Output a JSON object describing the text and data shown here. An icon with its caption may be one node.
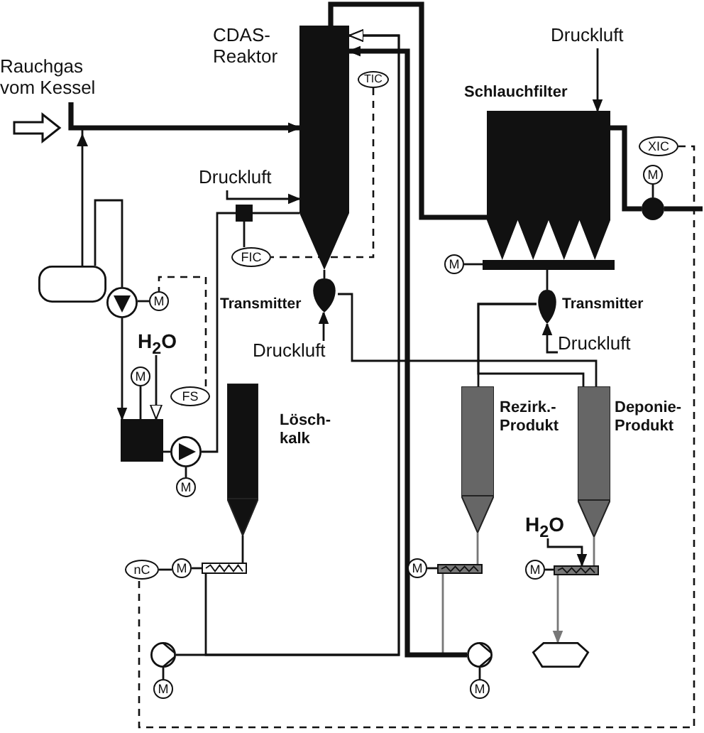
{
  "diagram": {
    "nodes": [
      {
        "text": [
          "Rauchgas vom Kessel"
        ]
      },
      {
        "text": [
          "CDAS- Reaktor"
        ]
      },
      {
        "text": [
          "TIC"
        ]
      },
      {
        "text": [
          "Druckluft"
        ]
      },
      {
        "text": [
          "FIC"
        ]
      },
      {
        "text": [
          "Schlauchfilter"
        ]
      },
      {
        "text": [
          "Druckluft"
        ]
      },
      {
        "text": [
          "XIC"
        ]
      },
      {
        "text": [
          "M"
        ]
      },
      {
        "text": [],
        "shape": "circle"
      },
      {
        "text": [],
        "shape": "cylinder"
      },
      {
        "text": [],
        "shape": "circle"
      },
      {
        "text": [
          "M"
        ]
      },
      {
        "text": [
          "Transmitter"
        ]
      },
      {
        "text": [
          "Druckluft"
        ]
      },
      {
        "text": [
          "M"
        ]
      },
      {
        "text": [],
        "shape": "bar"
      },
      {
        "text": [
          "Transmitter"
        ]
      },
      {
        "text": [
          "Druckluft"
        ]
      },
      {
        "text": [
          "H$_{2}$O"
        ]
      },
      {
        "text": [
          "M"
        ]
      },
      {
        "text": [
          "FS"
        ]
      },
      {
        "text": [],
        "shape": "box"
      },
      {
        "text": [],
        "shape": "circle"
      },
      {
        "text": [
          "M"
        ]
      },
      {
        "text": [
          "Lösch- kalk"
        ]
      },
      {
        "text": [
          "Rezirk.- Produkt"
        ]
      },
      {
        "text": [
          "Deponie- Produkt"
        ]
      },
      {
        "text": [
          "nC"
        ]
      },
      {
        "text": [
          "M"
        ]
      },
      {
        "text": [],
        "shape": "bar"
      },
      {
        "text": [
          "M"
        ]
      },
      {
        "text": [],
        "shape": "bar"
      },
      {
        "text": [
          "H$_{2}$O"
        ]
      },
      {
        "text": [
          "M"
        ]
      },
      {
        "text": [],
        "shape": "bar"
      },
      {
        "text": [],
        "shape": "circle"
      },
      {
        "text": [],
        "shape": "circle"
      },
      {
        "text": [],
        "shape": "trapezoid"
      },
      {
        "text": [
          "M"
        ]
      },
      {
        "text": [
          "M"
        ]
      },
      {
        "text": [],
        "shape": "box"
      }
    ],
    "edges": [
      {
        "from": 0,
        "to": 1,
        "arrow": "to",
        "style": "thick"
      },
      {
        "from": 1,
        "to": 5,
        "arrow": "none",
        "style": "thick"
      },
      {
        "from": 5,
        "to": 9,
        "arrow": "none",
        "style": "thick"
      },
      {
        "from": 9,
        "to": null,
        "arrow": "none",
        "style": "thick"
      },
      {
        "from": 6,
        "to": 5,
        "arrow": "to"
      },
      {
        "from": 3,
        "to": 1,
        "arrow": "to"
      },
      {
        "from": 2,
        "to": 4,
        "arrow": "none",
        "style": "dashed"
      },
      {
        "from": 8,
        "to": 9,
        "arrow": "none"
      },
      {
        "from": 7,
        "to": 28,
        "arrow": "none",
        "style": "dashed"
      },
      {
        "from": 10,
        "to": 1,
        "arrow": "to"
      },
      {
        "from": 10,
        "to": 11,
        "arrow": "none"
      },
      {
        "from": 12,
        "to": 11,
        "arrow": "none"
      },
      {
        "from": 11,
        "to": 22,
        "arrow": "to"
      },
      {
        "from": 19,
        "to": 22,
        "arrow": "to"
      },
      {
        "from": 20,
        "to": 22,
        "arrow": "none"
      },
      {
        "from": 21,
        "to": 12,
        "arrow": "none",
        "style": "dashed"
      },
      {
        "from": 22,
        "to": 23,
        "arrow": "none"
      },
      {
        "from": 24,
        "to": 23,
        "arrow": "none"
      },
      {
        "from": 23,
        "to": 41,
        "arrow": "none"
      },
      {
        "from": 41,
        "to": 1,
        "arrow": "none"
      },
      {
        "from": 4,
        "to": 41,
        "arrow": "none"
      },
      {
        "from": 1,
        "to": 13,
        "arrow": "none"
      },
      {
        "from": 14,
        "to": 13,
        "arrow": "to"
      },
      {
        "from": 15,
        "to": 16,
        "arrow": "none"
      },
      {
        "from": 16,
        "to": 17,
        "arrow": "none"
      },
      {
        "from": 18,
        "to": 17,
        "arrow": "to"
      },
      {
        "from": 17,
        "to": 26,
        "arrow": "none"
      },
      {
        "from": 17,
        "to": 27,
        "arrow": "none"
      },
      {
        "from": 13,
        "to": 27,
        "arrow": "none"
      },
      {
        "from": 25,
        "to": 30,
        "arrow": "none"
      },
      {
        "from": 29,
        "to": 30,
        "arrow": "none"
      },
      {
        "from": 28,
        "to": 29,
        "arrow": "none"
      },
      {
        "from": 30,
        "to": 1,
        "arrow": "to"
      },
      {
        "from": 36,
        "to": 1,
        "arrow": "to"
      },
      {
        "from": 39,
        "to": 36,
        "arrow": "none"
      },
      {
        "from": 26,
        "to": 32,
        "arrow": "none",
        "color": "#777777"
      },
      {
        "from": 31,
        "to": 32,
        "arrow": "none"
      },
      {
        "from": 32,
        "to": 1,
        "arrow": "to",
        "color": "#777777"
      },
      {
        "from": 37,
        "to": 1,
        "arrow": "to",
        "style": "thick"
      },
      {
        "from": 40,
        "to": 37,
        "arrow": "none"
      },
      {
        "from": 27,
        "to": 35,
        "arrow": "none",
        "color": "#777777"
      },
      {
        "from": 34,
        "to": 35,
        "arrow": "none"
      },
      {
        "from": 33,
        "to": 35,
        "arrow": "to"
      },
      {
        "from": 35,
        "to": 38,
        "arrow": "to",
        "color": "#777777"
      }
    ]
  }
}
